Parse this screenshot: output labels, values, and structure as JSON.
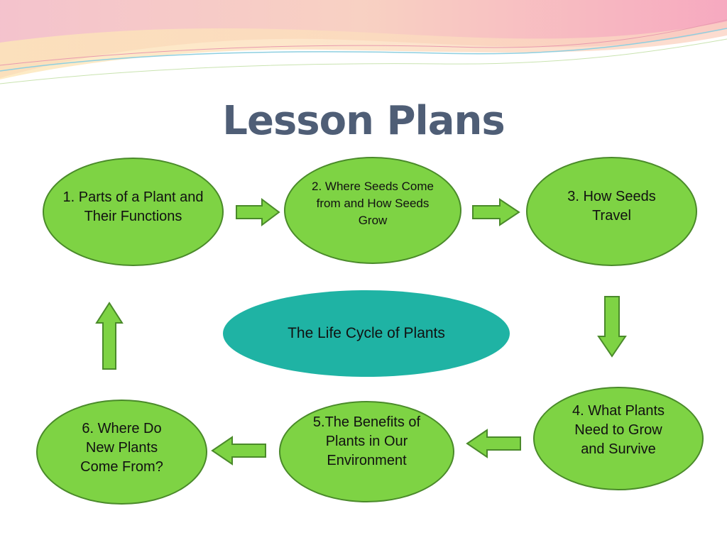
{
  "slide": {
    "title": "Lesson Plans",
    "center_label": "The Life Cycle of Plants"
  },
  "nodes": [
    {
      "id": 1,
      "text": "1. Parts of a Plant and Their Functions"
    },
    {
      "id": 2,
      "text": "2. Where Seeds Come from and How Seeds Grow"
    },
    {
      "id": 3,
      "text": "3. How Seeds Travel"
    },
    {
      "id": 4,
      "text": "4. What Plants Need to Grow and Survive"
    },
    {
      "id": 5,
      "text": "5.The Benefits of Plants in Our Environment"
    },
    {
      "id": 6,
      "text": "6. Where Do New Plants Come From?"
    }
  ],
  "colors": {
    "node_fill": "#7ed344",
    "node_border": "#4a8a2a",
    "center_fill": "#1fb3a4",
    "title": "#4f5e76"
  }
}
